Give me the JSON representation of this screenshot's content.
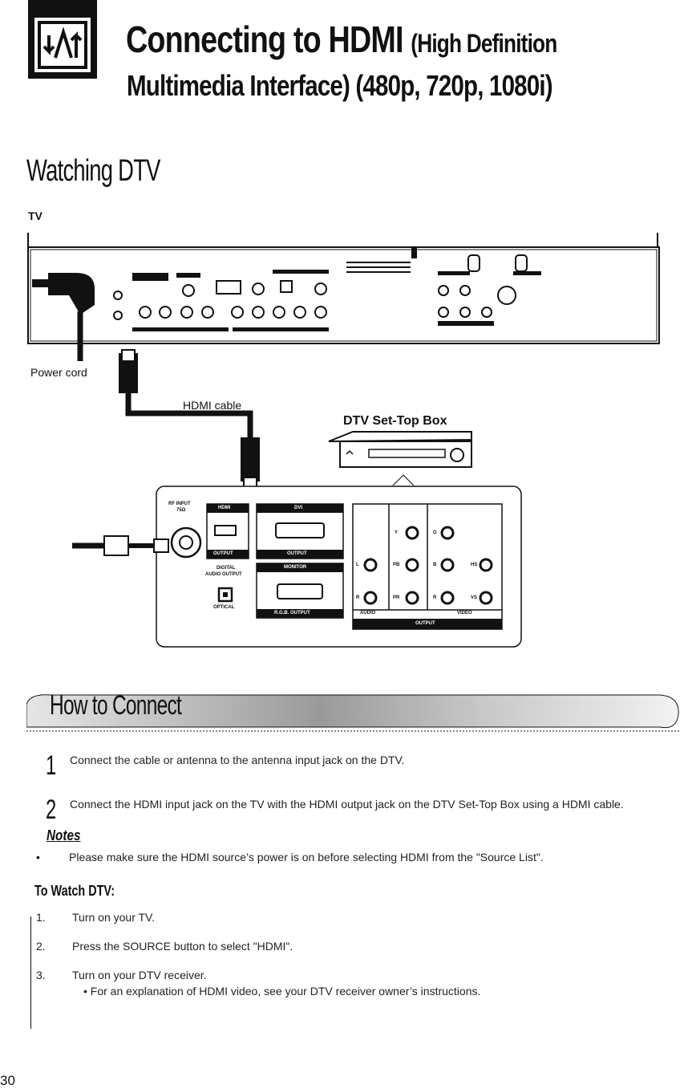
{
  "header": {
    "title_main": "Connecting to HDMI",
    "title_paren": "(High Definition",
    "title_line2": "Multimedia Interface) (480p, 720p, 1080i)"
  },
  "section_heading": "Watching DTV",
  "diagram": {
    "tv_label": "TV",
    "power_cord_label": "Power cord",
    "hdmi_cable_label": "HDMI cable",
    "settop_label": "DTV Set-Top Box",
    "panel": {
      "rf_input": "RF INPUT",
      "rf_ohm": "75Ω",
      "hdmi": "HDMI",
      "hdmi_output": "OUTPUT",
      "dvi": "DVI",
      "dvi_output": "OUTPUT",
      "digital_audio": "DIGITAL",
      "digital_audio2": "AUDIO OUTPUT",
      "optical": "OPTICAL",
      "monitor": "MONITOR",
      "rgb_output": "R.G.B. OUTPUT",
      "audio": "AUDIO",
      "video": "VIDEO",
      "output": "OUTPUT",
      "jacks": {
        "l": "L",
        "r": "R",
        "y": "Y",
        "pb": "PB",
        "pr": "PR",
        "g": "G",
        "b": "B",
        "rr": "R",
        "hs": "HS",
        "vs": "VS"
      }
    }
  },
  "how_to_connect": {
    "title": "How to Connect",
    "steps": [
      {
        "num": "1",
        "text": "Connect the cable or antenna to the antenna input jack on the DTV."
      },
      {
        "num": "2",
        "text": "Connect the HDMI input jack on the TV with the HDMI output jack on the DTV Set-Top Box using a HDMI cable."
      }
    ]
  },
  "notes": {
    "heading": "Notes",
    "items": [
      "Please make sure the HDMI source’s power is on before selecting HDMI from the \"Source List\"."
    ]
  },
  "to_watch": {
    "heading": "To Watch DTV:",
    "items": [
      {
        "num": "1.",
        "text": "Turn on your TV."
      },
      {
        "num": "2.",
        "text": "Press the SOURCE button to select \"HDMI\"."
      },
      {
        "num": "3.",
        "text": "Turn on your DTV receiver."
      }
    ],
    "sub_bullet": "• For an explanation of HDMI video, see your DTV receiver owner’s instructions."
  },
  "page_number": "30"
}
